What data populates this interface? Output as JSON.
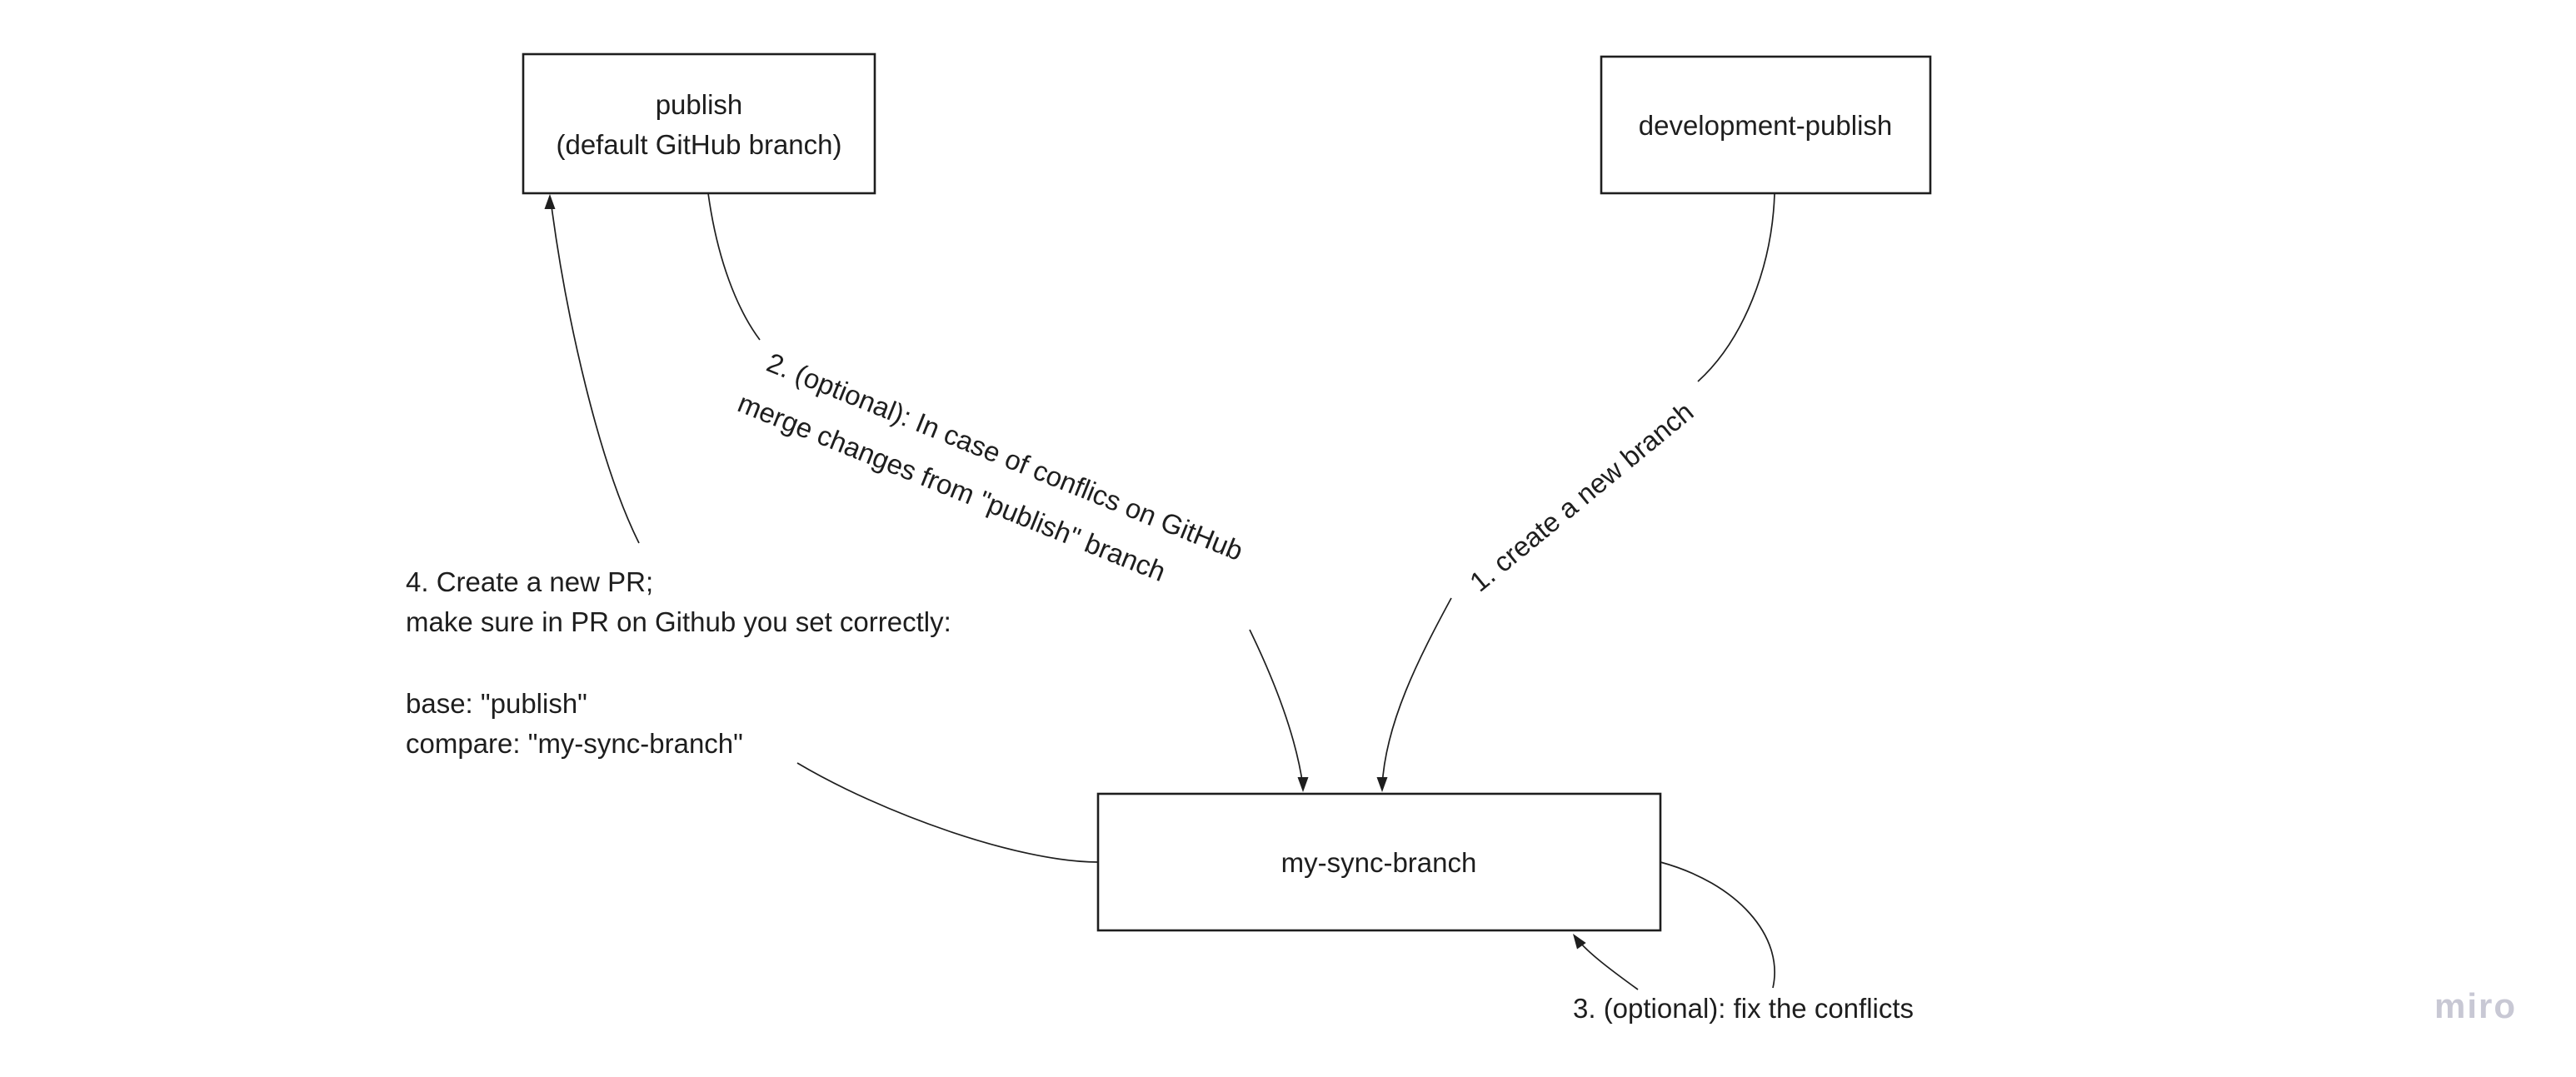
{
  "app": {
    "watermark": "miro"
  },
  "colors": {
    "ink": "#1e1e1e",
    "background": "#ffffff",
    "watermark": "#c8c8d4"
  },
  "boxes": {
    "publish": {
      "line1": "publish",
      "line2": "(default GitHub branch)"
    },
    "development_publish": {
      "label": "development-publish"
    },
    "my_sync_branch": {
      "label": "my-sync-branch"
    }
  },
  "connector_labels": {
    "step1": "1. create a new branch",
    "step2_line1": "2. (optional): In case of conflics on GitHub",
    "step2_line2": "merge changes from \"publish\" branch",
    "step3": "3. (optional): fix the conflicts",
    "step4_line1": "4. Create a new PR;",
    "step4_line2": "make sure in PR on Github you set correctly:",
    "step4_line3": "base: \"publish\"",
    "step4_line4": "compare: \"my-sync-branch\""
  }
}
